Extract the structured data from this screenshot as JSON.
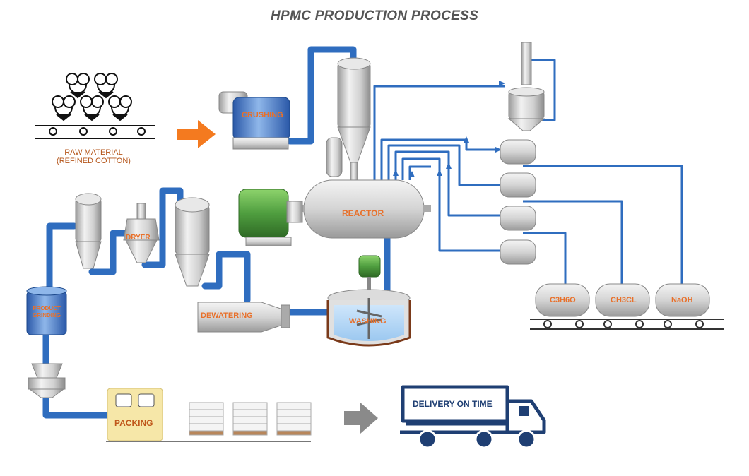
{
  "title": "HPMC PRODUCTION PROCESS",
  "labels": {
    "raw_material_line1": "RAW MATERIAL",
    "raw_material_line2": "(REFINED COTTON)",
    "crushing": "CRUSHING",
    "reactor": "REACTOR",
    "dryer": "DRYER",
    "dewatering": "DEWATERING",
    "washing": "WASHING",
    "product_grinding_line1": "PRODUCT",
    "product_grinding_line2": "GRINDING",
    "packing": "PACKING",
    "delivery": "DELIVERY ON TIME"
  },
  "chemical_tanks": [
    {
      "label": "C3H6O"
    },
    {
      "label": "CH3CL"
    },
    {
      "label": "NaOH"
    }
  ],
  "colors": {
    "pipe": "#2f6dbf",
    "label": "#e8702a",
    "arrow_orange": "#f47a1f",
    "arrow_grey": "#8a8a8a",
    "truck": "#1f3f73",
    "motor": "#4f9e3f",
    "packing_box": "#f6e7a8"
  }
}
